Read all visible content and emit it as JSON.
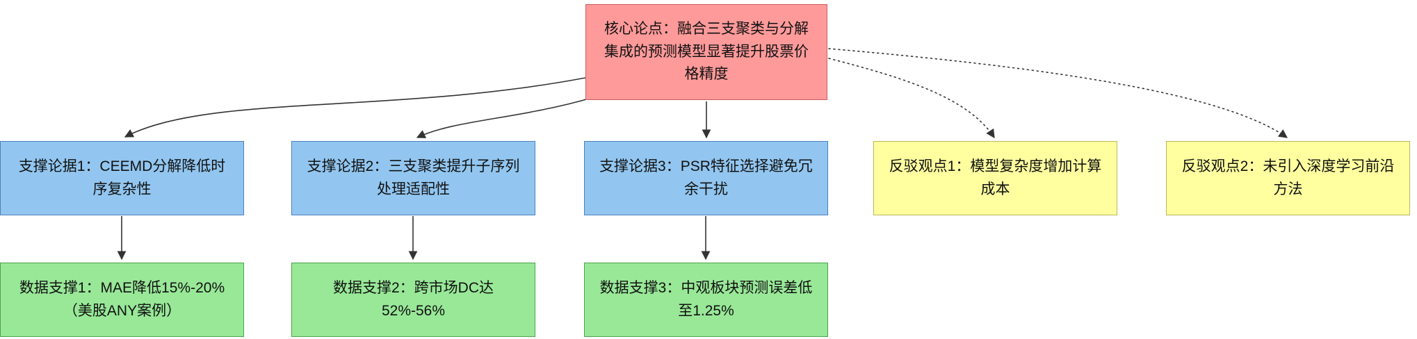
{
  "theme": {
    "core-fill": "#ff9a9a",
    "core-border": "#cf5b5b",
    "support-fill": "#92c6f0",
    "support-border": "#4d7fbd",
    "rebuttal-fill": "#ffffa0",
    "rebuttal-border": "#b9b95a",
    "data-fill": "#98e898",
    "data-border": "#4aa34a",
    "edge-color": "#333333"
  },
  "nodes": {
    "core": {
      "label": "核心论点：融合三支聚类与分解集成的预测模型显著提升股票价格精度"
    },
    "support1": {
      "label": "支撑论据1：CEEMD分解降低时序复杂性"
    },
    "support2": {
      "label": "支撑论据2：三支聚类提升子序列处理适配性"
    },
    "support3": {
      "label": "支撑论据3：PSR特征选择避免冗余干扰"
    },
    "rebuttal1": {
      "label": "反驳观点1：模型复杂度增加计算成本"
    },
    "rebuttal2": {
      "label": "反驳观点2：未引入深度学习前沿方法"
    },
    "data1": {
      "label": "数据支撑1：MAE降低15%-20%（美股ANY案例）"
    },
    "data2": {
      "label": "数据支撑2：跨市场DC达52%-56%"
    },
    "data3": {
      "label": "数据支撑3：中观板块预测误差低至1.25%"
    }
  },
  "edges": {
    "core_to_support1": "solid",
    "core_to_support2": "solid",
    "core_to_support3": "solid",
    "core_to_rebuttal1": "dotted",
    "core_to_rebuttal2": "dotted",
    "support1_to_data1": "solid",
    "support2_to_data2": "solid",
    "support3_to_data3": "solid"
  }
}
